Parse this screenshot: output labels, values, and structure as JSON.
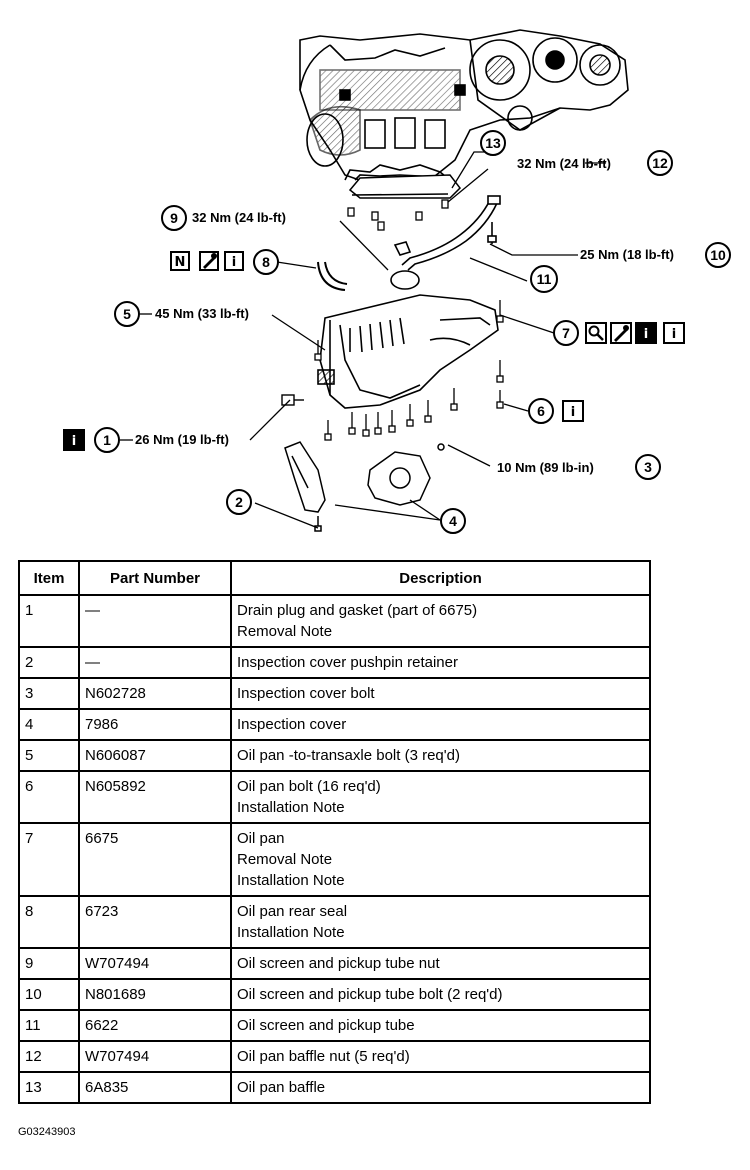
{
  "callouts": {
    "c1": {
      "num": "1",
      "torque": "26 Nm (19 lb-ft)"
    },
    "c2": {
      "num": "2"
    },
    "c3": {
      "num": "3",
      "torque": "10 Nm (89 lb-in)"
    },
    "c4": {
      "num": "4"
    },
    "c5": {
      "num": "5",
      "torque": "45 Nm (33 lb-ft)"
    },
    "c6": {
      "num": "6"
    },
    "c7": {
      "num": "7"
    },
    "c8": {
      "num": "8"
    },
    "c9": {
      "num": "9",
      "torque": "32 Nm (24 lb-ft)"
    },
    "c10": {
      "num": "10",
      "torque": "25 Nm (18 lb-ft)"
    },
    "c11": {
      "num": "11"
    },
    "c12": {
      "num": "12",
      "torque": "32 Nm (24 lb-ft)"
    },
    "c13": {
      "num": "13"
    }
  },
  "icons": {
    "n_label": "N",
    "info_label": "i"
  },
  "table": {
    "headers": [
      "Item",
      "Part Number",
      "Description"
    ],
    "rows": [
      {
        "item": "1",
        "part": "—",
        "desc": "Drain plug and gasket (part of 6675)\nRemoval Note"
      },
      {
        "item": "2",
        "part": "—",
        "desc": "Inspection cover pushpin retainer"
      },
      {
        "item": "3",
        "part": "N602728",
        "desc": "Inspection cover bolt"
      },
      {
        "item": "4",
        "part": "7986",
        "desc": "Inspection cover"
      },
      {
        "item": "5",
        "part": "N606087",
        "desc": "Oil pan -to-transaxle bolt (3 req'd)"
      },
      {
        "item": "6",
        "part": "N605892",
        "desc": "Oil pan bolt (16 req'd)\nInstallation Note"
      },
      {
        "item": "7",
        "part": "6675",
        "desc": "Oil pan\nRemoval Note\nInstallation Note"
      },
      {
        "item": "8",
        "part": "6723",
        "desc": "Oil pan rear seal\nInstallation Note"
      },
      {
        "item": "9",
        "part": "W707494",
        "desc": "Oil screen and pickup tube nut"
      },
      {
        "item": "10",
        "part": "N801689",
        "desc": "Oil screen and pickup tube bolt (2 req'd)"
      },
      {
        "item": "11",
        "part": "6622",
        "desc": "Oil screen and pickup tube"
      },
      {
        "item": "12",
        "part": "W707494",
        "desc": "Oil pan baffle nut (5 req'd)"
      },
      {
        "item": "13",
        "part": "6A835",
        "desc": "Oil pan baffle"
      }
    ]
  },
  "figure_id": "G03243903"
}
